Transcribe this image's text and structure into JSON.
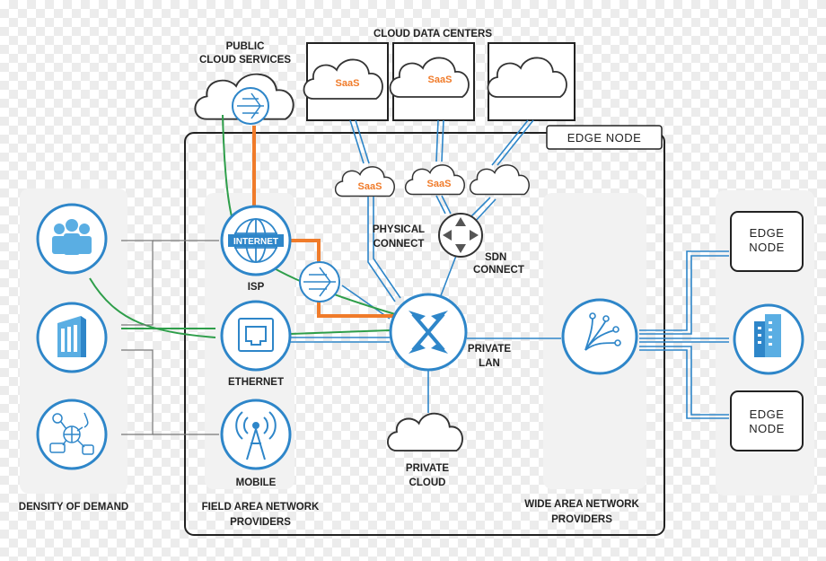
{
  "labels": {
    "public_cloud": [
      "PUBLIC",
      "CLOUD SERVICES"
    ],
    "cloud_data_centers": "CLOUD DATA CENTERS",
    "edge_node_main": "EDGE NODE",
    "saas": "SaaS",
    "physical_connect": [
      "PHYSICAL",
      "CONNECT"
    ],
    "sdn_connect": [
      "SDN",
      "CONNECT"
    ],
    "isp": "ISP",
    "internet": "INTERNET",
    "ethernet": "ETHERNET",
    "mobile": "MOBILE",
    "private_lan": [
      "PRIVATE",
      "LAN"
    ],
    "private_cloud": [
      "PRIVATE",
      "CLOUD"
    ],
    "density_of_demand": "DENSITY OF DEMAND",
    "field_area": [
      "FIELD AREA NETWORK",
      "PROVIDERS"
    ],
    "wide_area": [
      "WIDE AREA NETWORK",
      "PROVIDERS"
    ],
    "edge_node_1": [
      "EDGE",
      "NODE"
    ],
    "edge_node_2": [
      "EDGE",
      "NODE"
    ]
  },
  "colors": {
    "blue": "#2e86c9",
    "light_blue": "#5aaee3",
    "orange": "#f07b2a",
    "green": "#2e9e4a",
    "dark": "#222222",
    "panel": "#f2f2f2"
  },
  "icons": [
    "people-icon",
    "building-icon",
    "iot-devices-icon",
    "internet-globe-icon",
    "ethernet-port-icon",
    "cell-tower-icon",
    "router-icon",
    "switch-icon",
    "sdn-icon",
    "wan-hub-icon",
    "skyscraper-icon",
    "cloud-icon"
  ]
}
